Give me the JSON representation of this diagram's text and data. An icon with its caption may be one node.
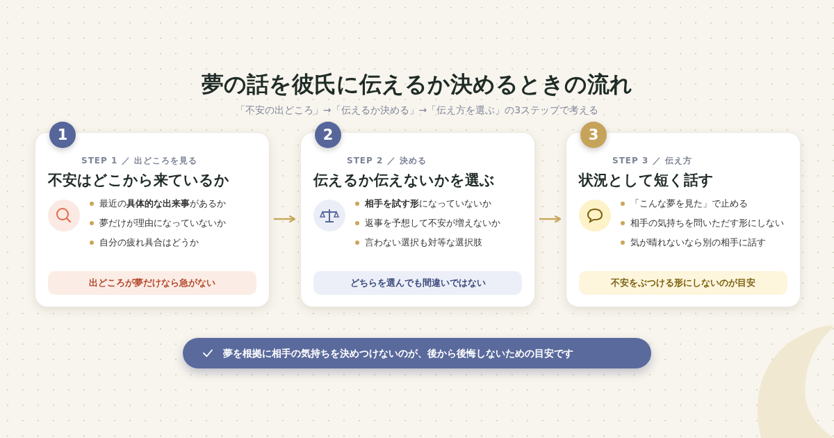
{
  "diagram": {
    "title": "夢の話を彼氏に**伝えるか決める**ときの流れ",
    "nodes": [
      {
        "text": [
          "1",
          "STEP 1 ／ 出どころを見る",
          "不安はどこから来ているか",
          "最近の**具体的な出来事**があるか",
          "夢だけが理由になっていないか",
          "自分の疲れ具合はどうか",
          "出どころが夢だけなら急がない"
        ]
      },
      {
        "text": [
          "2",
          "STEP 2 ／ 決める",
          "伝えるか伝えないかを選ぶ",
          "**相手を試す形**になっていないか",
          "返事を予想して不安が増えないか",
          "言わない選択も対等な選択肢",
          "どちらを選んでも間違いではない"
        ]
      },
      {
        "text": [
          "3",
          "STEP 3 ／ 伝え方",
          "状況として短く話す",
          "「こんな夢を見た」で止める",
          "相手の気持ちを問いただす形にしない",
          "気が晴れないなら別の相手に話す",
          "不安をぶつける形にしないのが目安"
        ]
      }
    ],
    "edges": [
      {
        "from": 0,
        "to": 1,
        "arrow": "to"
      },
      {
        "from": 1,
        "to": 2,
        "arrow": "to"
      }
    ],
    "labels": [
      "「不安の出どころ」→「伝えるか決める」→「伝え方を選ぶ」の3ステップで考える",
      "夢を根拠に**相手の気持ちを決めつけない**のが、後から後悔しないための目安です"
    ]
  }
}
